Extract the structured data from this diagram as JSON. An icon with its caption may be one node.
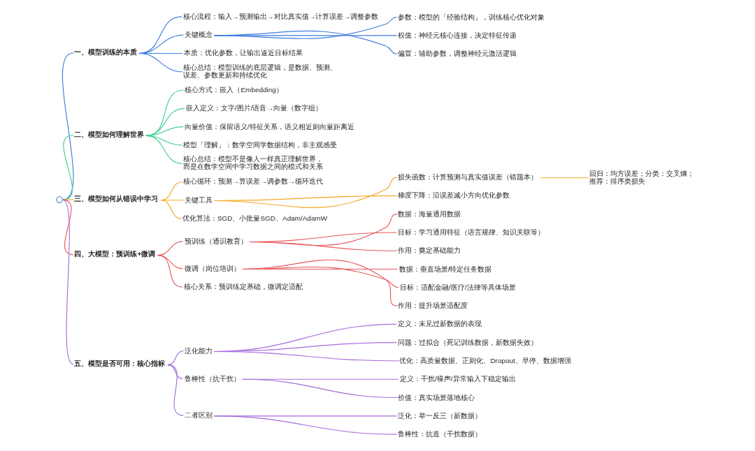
{
  "diagram": {
    "nodes": [
      {
        "text": [],
        "shape": "circle"
      },
      {
        "text": [
          "一、模型训练的本质"
        ]
      },
      {
        "text": [
          "核心流程：输入→预测输出→对比真实值→计算误差→调整参数"
        ]
      },
      {
        "text": [
          "关键概念"
        ]
      },
      {
        "text": [
          "参数：模型的「经验结构」，训练核心优化对象"
        ]
      },
      {
        "text": [
          "权值：神经元核心连接，决定特征传递"
        ]
      },
      {
        "text": [
          "偏置：辅助参数，调整神经元激活逻辑"
        ]
      },
      {
        "text": [
          "本质：优化参数，让输出逼近目标结果"
        ]
      },
      {
        "text": [
          "核心总结：模型训练的底层逻辑，是数据、预测、误差、参数更新和持续优化"
        ]
      },
      {
        "text": [
          "二、模型如何理解世界"
        ]
      },
      {
        "text": [
          "核心方式：嵌入（Embedding）"
        ]
      },
      {
        "text": [
          "嵌入定义：文字/图片/语音→向量（数字组）"
        ]
      },
      {
        "text": [
          "向量价值：保留语义/特征关系，语义相近则向量距离近"
        ]
      },
      {
        "text": [
          "模型「理解」：数学空间学数据结构，非主观感受"
        ]
      },
      {
        "text": [
          "核心总结：模型不是像人一样真正理解世界，而是在数学空间中学习数据之间的模式和关系"
        ]
      },
      {
        "text": [
          "三、模型如何从错误中学习"
        ]
      },
      {
        "text": [
          "核心循环：预测→算误差→调参数→循环迭代"
        ]
      },
      {
        "text": [
          "关键工具"
        ]
      },
      {
        "text": [
          "损失函数：计算预测与真实值误差（错题本）"
        ]
      },
      {
        "text": [
          "回归：均方误差；分类：交叉熵；推荐：排序类损失"
        ]
      },
      {
        "text": [
          "梯度下降：沿误差减小方向优化参数"
        ]
      },
      {
        "text": [
          "优化算法：SGD、小批量SGD、Adam/AdamW"
        ]
      },
      {
        "text": [
          "四、大模型：预训练+微调"
        ]
      },
      {
        "text": [
          "预训练（通识教育）"
        ]
      },
      {
        "text": [
          "数据：海量通用数据"
        ]
      },
      {
        "text": [
          "目标：学习通用特征（语言规律、知识关联等）"
        ]
      },
      {
        "text": [
          "作用：奠定基础能力"
        ]
      },
      {
        "text": [
          "微调（岗位培训）"
        ]
      },
      {
        "text": [
          "数据：垂直场景/特定任务数据"
        ]
      },
      {
        "text": [
          "目标：适配金融/医疗/法律等具体场景"
        ]
      },
      {
        "text": [
          "作用：提升场景适配度"
        ]
      },
      {
        "text": [
          "核心关系：预训练定基础，微调定适配"
        ]
      },
      {
        "text": [
          "五、模型是否可用：核心指标"
        ]
      },
      {
        "text": [
          "泛化能力"
        ]
      },
      {
        "text": [
          "定义：未见过新数据的表现"
        ]
      },
      {
        "text": [
          "问题：过拟合（死记训练数据，新数据失效）"
        ]
      },
      {
        "text": [
          "优化：高质量数据、正则化、Dropout、早停、数据增强"
        ]
      },
      {
        "text": [
          "鲁棒性（抗干扰）"
        ]
      },
      {
        "text": [
          "定义：干扰/噪声/异常输入下稳定输出"
        ]
      },
      {
        "text": [
          "价值：真实场景落地核心"
        ]
      },
      {
        "text": [
          "二者区别"
        ]
      },
      {
        "text": [
          "泛化：举一反三（新数据）"
        ]
      },
      {
        "text": [
          "鲁棒性：抗造（干扰数据）"
        ]
      }
    ],
    "edges": [
      {
        "from": 0,
        "to": 1,
        "arrow": "none",
        "color": "#3d7be0"
      },
      {
        "from": 1,
        "to": 2,
        "arrow": "none",
        "color": "#3d7be0"
      },
      {
        "from": 1,
        "to": 3,
        "arrow": "none",
        "color": "#3d7be0"
      },
      {
        "from": 3,
        "to": 4,
        "arrow": "none",
        "color": "#3d7be0"
      },
      {
        "from": 3,
        "to": 5,
        "arrow": "none",
        "color": "#3d7be0"
      },
      {
        "from": 3,
        "to": 6,
        "arrow": "none",
        "color": "#3d7be0"
      },
      {
        "from": 1,
        "to": 7,
        "arrow": "none",
        "color": "#3d7be0"
      },
      {
        "from": 1,
        "to": 8,
        "arrow": "none",
        "color": "#3d7be0"
      },
      {
        "from": 0,
        "to": 9,
        "arrow": "none",
        "color": "#3fcf8e"
      },
      {
        "from": 9,
        "to": 10,
        "arrow": "none",
        "color": "#3fcf8e"
      },
      {
        "from": 9,
        "to": 11,
        "arrow": "none",
        "color": "#3fcf8e"
      },
      {
        "from": 9,
        "to": 12,
        "arrow": "none",
        "color": "#3fcf8e"
      },
      {
        "from": 9,
        "to": 13,
        "arrow": "none",
        "color": "#3fcf8e"
      },
      {
        "from": 9,
        "to": 14,
        "arrow": "none",
        "color": "#3fcf8e"
      },
      {
        "from": 0,
        "to": 15,
        "arrow": "none",
        "color": "#f5a623"
      },
      {
        "from": 15,
        "to": 16,
        "arrow": "none",
        "color": "#f5a623"
      },
      {
        "from": 15,
        "to": 17,
        "arrow": "none",
        "color": "#f5a623"
      },
      {
        "from": 17,
        "to": 18,
        "arrow": "none",
        "color": "#f5a623"
      },
      {
        "from": 18,
        "to": 19,
        "arrow": "none",
        "color": "#f5a623"
      },
      {
        "from": 17,
        "to": 20,
        "arrow": "none",
        "color": "#f5a623"
      },
      {
        "from": 15,
        "to": 21,
        "arrow": "none",
        "color": "#f5a623"
      },
      {
        "from": 0,
        "to": 22,
        "arrow": "none",
        "color": "#e8595c"
      },
      {
        "from": 22,
        "to": 23,
        "arrow": "none",
        "color": "#e8595c"
      },
      {
        "from": 23,
        "to": 24,
        "arrow": "none",
        "color": "#e8595c"
      },
      {
        "from": 23,
        "to": 25,
        "arrow": "none",
        "color": "#e8595c"
      },
      {
        "from": 23,
        "to": 26,
        "arrow": "none",
        "color": "#e8595c"
      },
      {
        "from": 22,
        "to": 27,
        "arrow": "none",
        "color": "#e8595c"
      },
      {
        "from": 27,
        "to": 28,
        "arrow": "none",
        "color": "#e8595c"
      },
      {
        "from": 27,
        "to": 29,
        "arrow": "none",
        "color": "#e8595c"
      },
      {
        "from": 27,
        "to": 30,
        "arrow": "none",
        "color": "#e8595c"
      },
      {
        "from": 22,
        "to": 31,
        "arrow": "none",
        "color": "#e8595c"
      },
      {
        "from": 0,
        "to": 32,
        "arrow": "none",
        "color": "#a66bdc"
      },
      {
        "from": 32,
        "to": 33,
        "arrow": "none",
        "color": "#a66bdc"
      },
      {
        "from": 33,
        "to": 34,
        "arrow": "none",
        "color": "#a66bdc"
      },
      {
        "from": 33,
        "to": 35,
        "arrow": "none",
        "color": "#a66bdc"
      },
      {
        "from": 33,
        "to": 36,
        "arrow": "none",
        "color": "#a66bdc"
      },
      {
        "from": 32,
        "to": 37,
        "arrow": "none",
        "color": "#a66bdc"
      },
      {
        "from": 37,
        "to": 38,
        "arrow": "none",
        "color": "#a66bdc"
      },
      {
        "from": 37,
        "to": 39,
        "arrow": "none",
        "color": "#a66bdc"
      },
      {
        "from": 32,
        "to": 40,
        "arrow": "none",
        "color": "#a66bdc"
      },
      {
        "from": 40,
        "to": 41,
        "arrow": "none",
        "color": "#a66bdc"
      },
      {
        "from": 40,
        "to": 42,
        "arrow": "none",
        "color": "#a66bdc"
      }
    ]
  }
}
